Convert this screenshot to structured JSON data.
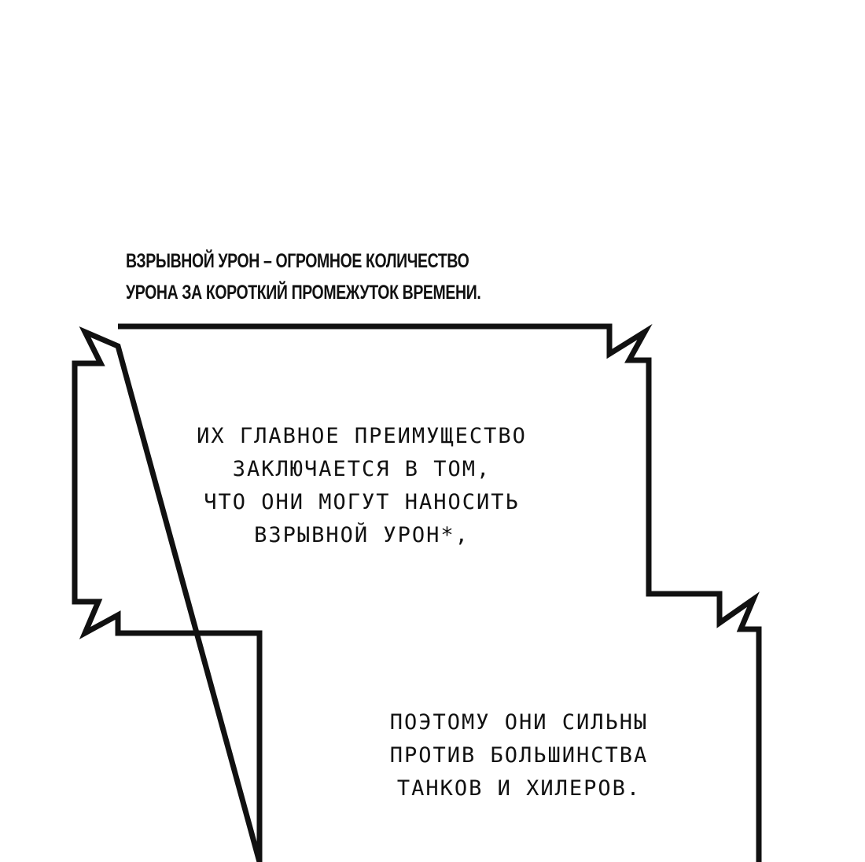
{
  "footnote": {
    "lines": [
      "ВЗРЫВНОЙ УРОН – ОГРОМНОЕ КОЛИЧЕСТВО",
      "УРОНА ЗА КОРОТКИЙ ПРОМЕЖУТОК ВРЕМЕНИ."
    ]
  },
  "bubble_1": {
    "lines": [
      "ИХ ГЛАВНОЕ ПРЕИМУЩЕСТВО",
      "ЗАКЛЮЧАЕТСЯ В ТОМ,",
      "ЧТО ОНИ МОГУТ НАНОСИТЬ",
      "ВЗРЫВНОЙ УРОН*,"
    ]
  },
  "bubble_2": {
    "lines": [
      "ПОЭТОМУ ОНИ СИЛЬНЫ",
      "ПРОТИВ БОЛЬШИНСТВА",
      "ТАНКОВ И ХИЛЕРОВ."
    ]
  },
  "colors": {
    "background": "#ffffff",
    "ink": "#111111"
  }
}
